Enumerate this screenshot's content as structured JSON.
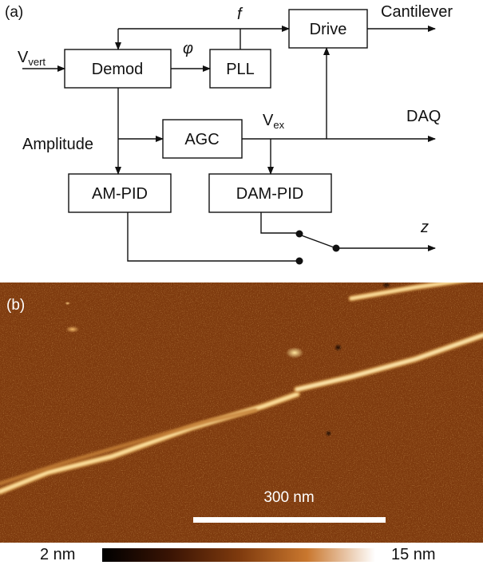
{
  "panel_a": {
    "label": "(a)",
    "blocks": {
      "demod": "Demod",
      "pll": "PLL",
      "drive": "Drive",
      "agc": "AGC",
      "am_pid": "AM-PID",
      "dam_pid": "DAM-PID"
    },
    "signals": {
      "v_vert_main": "V",
      "v_vert_sub": "vert",
      "f": "f",
      "phi": "φ",
      "cantilever": "Cantilever",
      "daq": "DAQ",
      "v_ex_main": "V",
      "v_ex_sub": "ex",
      "amplitude": "Amplitude",
      "z": "z"
    }
  },
  "panel_b": {
    "label": "(b)",
    "scale_bar_label": "300 nm",
    "colorbar": {
      "min_label": "2 nm",
      "max_label": "15 nm",
      "colors": [
        "#000000",
        "#3a1404",
        "#7e3a0e",
        "#c9772e",
        "#ffffff"
      ]
    }
  }
}
